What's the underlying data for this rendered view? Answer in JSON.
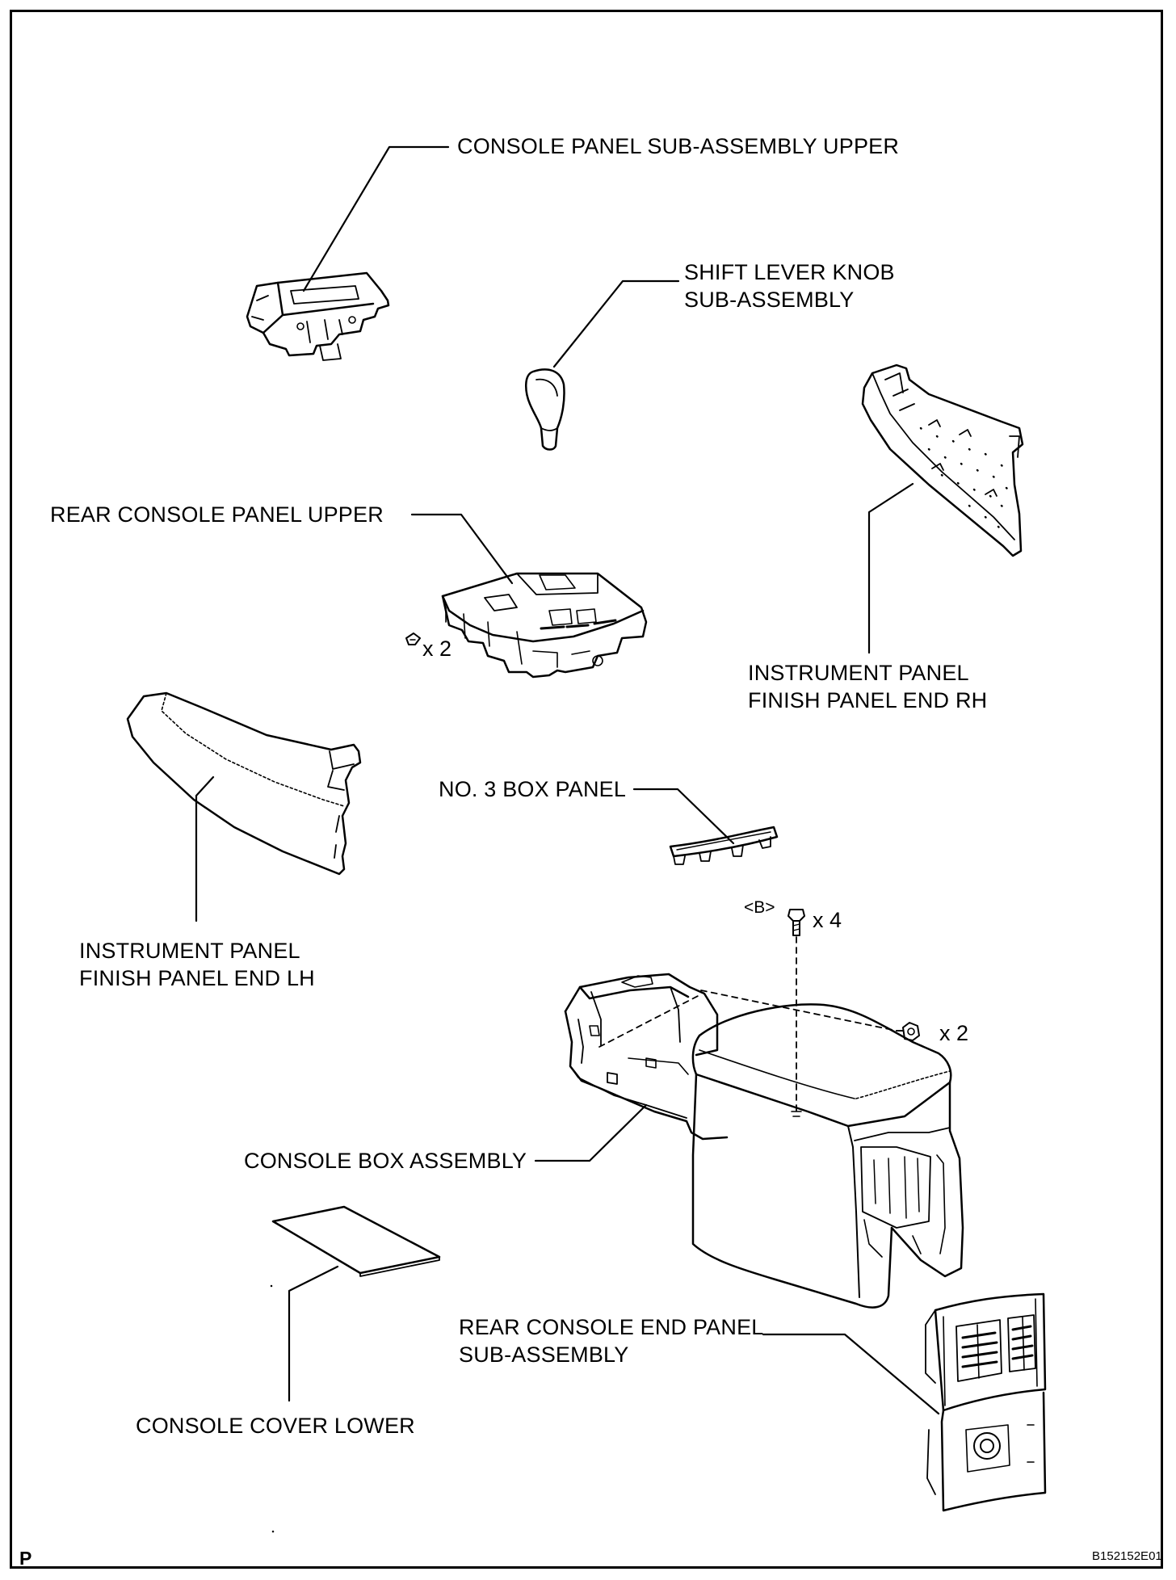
{
  "labels": {
    "console_panel_upper": "CONSOLE PANEL SUB-ASSEMBLY UPPER",
    "shift_knob_1": "SHIFT LEVER KNOB",
    "shift_knob_2": "SUB-ASSEMBLY",
    "rear_console_upper": "REAR CONSOLE PANEL UPPER",
    "ip_finish_rh_1": "INSTRUMENT PANEL",
    "ip_finish_rh_2": "FINISH PANEL END RH",
    "no3_box_panel": "NO. 3 BOX PANEL",
    "ip_finish_lh_1": "INSTRUMENT PANEL",
    "ip_finish_lh_2": "FINISH PANEL END LH",
    "console_box": "CONSOLE BOX ASSEMBLY",
    "rear_end_panel_1": "REAR CONSOLE END PANEL",
    "rear_end_panel_2": "SUB-ASSEMBLY",
    "console_cover_lower": "CONSOLE COVER LOWER"
  },
  "quantities": {
    "rear_upper_clips": "x 2",
    "b_screws": "x 4",
    "console_box_bolts": "x 2"
  },
  "b_marker": "<B>",
  "corner_letter": "P",
  "figure_code": "B152152E01"
}
